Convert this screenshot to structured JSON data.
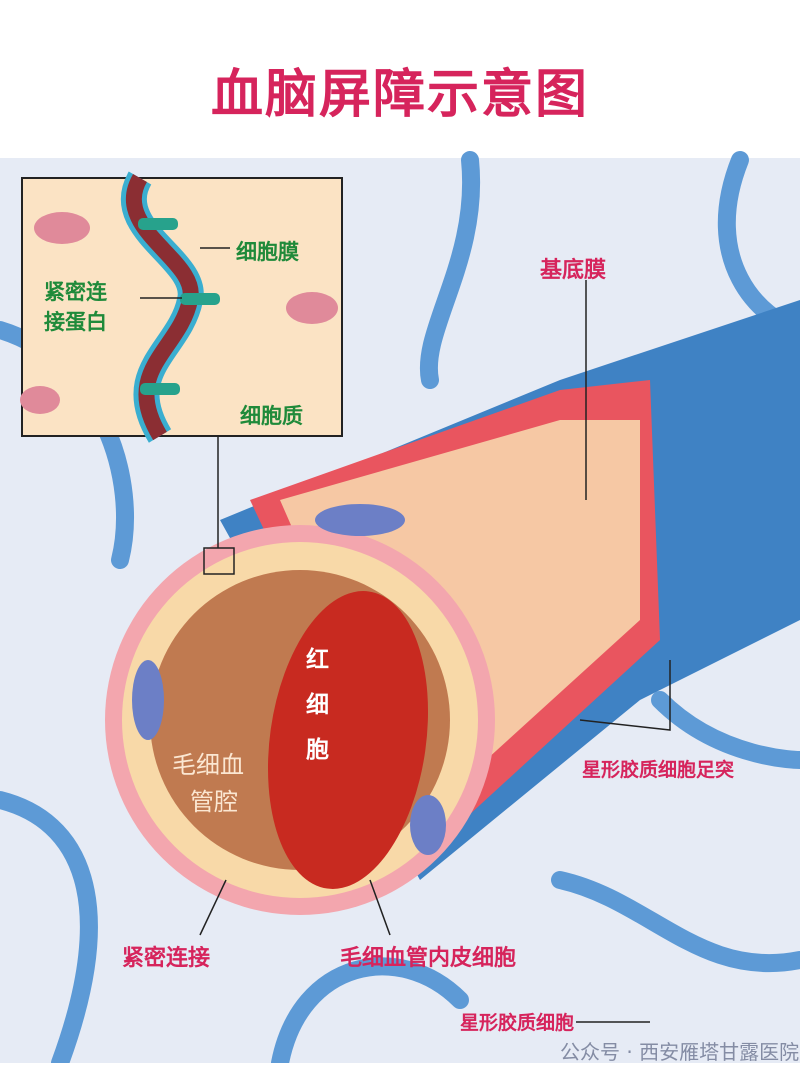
{
  "title": "血脑屏障示意图",
  "inset": {
    "cell_membrane": "细胞膜",
    "tight_junction_protein": "紧密连\n接蛋白",
    "tight_junction_protein_l1": "紧密连",
    "tight_junction_protein_l2": "接蛋白",
    "cytoplasm": "细胞质"
  },
  "labels": {
    "basement_membrane": "基底膜",
    "astrocyte_endfoot": "星形胶质细胞足突",
    "tight_junction": "紧密连接",
    "endothelial_cell": "毛细血管内皮细胞",
    "astrocyte": "星形胶质细胞"
  },
  "red_blood_cell": [
    "红",
    "细",
    "胞"
  ],
  "lumen": [
    "毛细血",
    "管腔"
  ],
  "watermark": "公众号 · 西安雁塔甘露医院",
  "colors": {
    "title": "#d6245c",
    "green": "#1f8a3a",
    "astro": "#3c86c8"
  }
}
